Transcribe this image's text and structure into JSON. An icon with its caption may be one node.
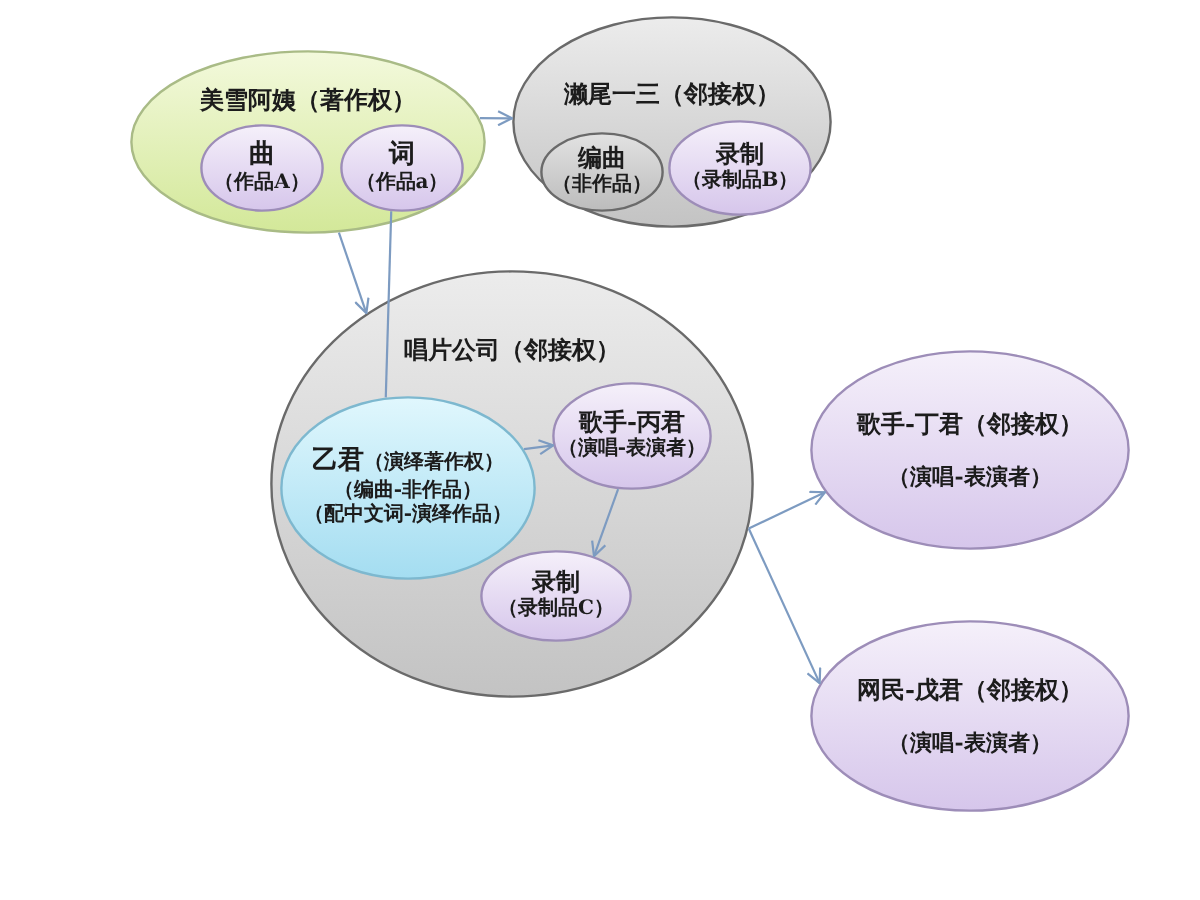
{
  "diagram": {
    "nodes": [
      {
        "text": [
          "美雪阿姨（著作权）"
        ]
      },
      {
        "text": [
          "曲",
          "（作品A）"
        ],
        "in": 0
      },
      {
        "text": [
          "词",
          "（作品a）"
        ],
        "in": 0
      },
      {
        "text": [
          "濑尾一三（邻接权）"
        ]
      },
      {
        "text": [
          "编曲",
          "（非作品）"
        ],
        "in": 3
      },
      {
        "text": [
          "录制",
          "（录制品B）"
        ],
        "in": 3
      },
      {
        "text": [
          "唱片公司（邻接权）"
        ]
      },
      {
        "text": [
          "乙君",
          "（演绎著作权）",
          "（编曲-非作品）",
          "（配中文词-演绎作品）"
        ],
        "in": 6
      },
      {
        "text": [
          "歌手-丙君",
          "（演唱-表演者）"
        ],
        "in": 6
      },
      {
        "text": [
          "录制",
          "（录制品C）"
        ],
        "in": 6
      },
      {
        "text": [
          "歌手-丁君（邻接权）",
          "（演唱-表演者）"
        ]
      },
      {
        "text": [
          "网民-戊君（邻接权）",
          "（演唱-表演者）"
        ]
      }
    ],
    "edges": [
      {
        "from": 0,
        "to": 3,
        "arrow": "to"
      },
      {
        "from": 0,
        "to": 6,
        "arrow": "to"
      },
      {
        "from": 2,
        "to": 7,
        "arrow": "none"
      },
      {
        "from": 7,
        "to": 8,
        "arrow": "to"
      },
      {
        "from": 8,
        "to": 9,
        "arrow": "to"
      },
      {
        "from": 6,
        "to": 10,
        "arrow": "to"
      },
      {
        "from": 6,
        "to": 11,
        "arrow": "to"
      }
    ]
  }
}
